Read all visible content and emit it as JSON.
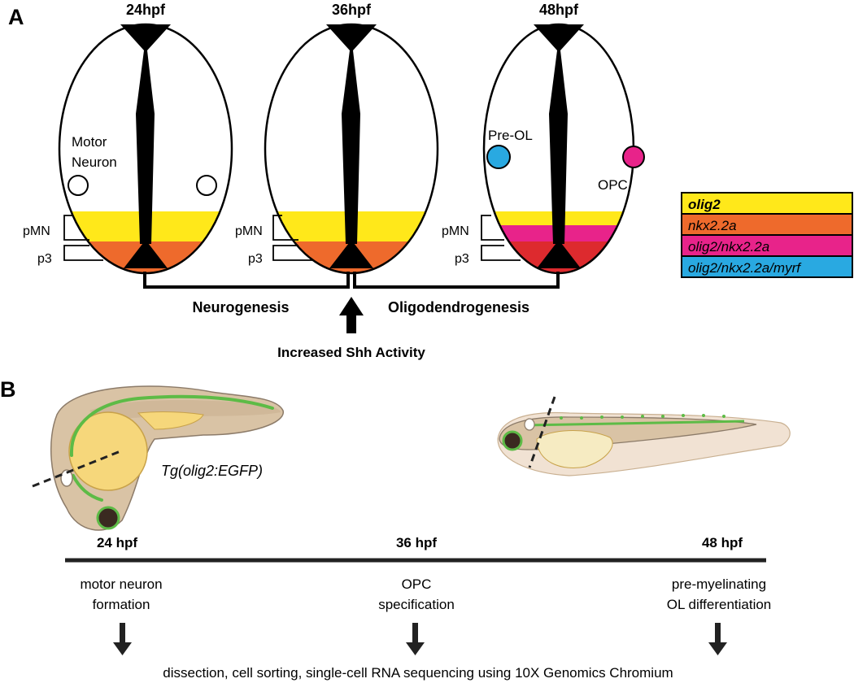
{
  "panel_a": {
    "label": "A",
    "stages": [
      {
        "title": "24hpf"
      },
      {
        "title": "36hpf"
      },
      {
        "title": "48hpf"
      }
    ],
    "cells": {
      "motor_neuron": [
        "Motor",
        "Neuron"
      ],
      "pre_ol": "Pre-OL",
      "opc": "OPC"
    },
    "domains": {
      "pmn": "pMN",
      "p3": "p3"
    },
    "phases": {
      "left": "Neurogenesis",
      "right": "Oligodendrogenesis"
    },
    "arrow_label": "Increased Shh Activity",
    "legend": [
      {
        "label": "olig2",
        "color": "#FFE81A"
      },
      {
        "label": "nkx2.2a",
        "color": "#EE6A2C"
      },
      {
        "label": "olig2/nkx2.2a",
        "color": "#E8238A"
      },
      {
        "label": "olig2/nkx2.2a/myrf",
        "color": "#29A9E1"
      }
    ],
    "colors": {
      "dark_red": "#DD2A2E"
    }
  },
  "panel_b": {
    "label": "B",
    "transgene": "Tg(olig2:EGFP)",
    "timepoints": [
      {
        "time": "24 hpf",
        "desc": [
          "motor neuron",
          "formation"
        ]
      },
      {
        "time": "36 hpf",
        "desc": [
          "OPC",
          "specification"
        ]
      },
      {
        "time": "48 hpf",
        "desc": [
          "pre-myelinating",
          "OL differentiation"
        ]
      }
    ],
    "footer": "dissection, cell sorting, single-cell RNA sequencing using 10X Genomics Chromium",
    "colors": {
      "egfp_green": "#5DBB46",
      "yolk": "#F6D77B",
      "tissue": "#D9C3A5"
    }
  }
}
